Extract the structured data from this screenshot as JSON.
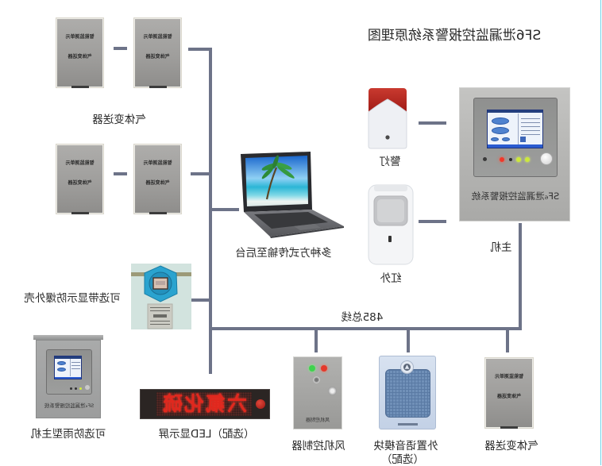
{
  "title": "SF6泄漏监控报警系统原理图",
  "colors": {
    "connector_line": "#6d7388",
    "edge_accent": "#6fd5ea",
    "led_text": "#e0281e",
    "alarm_red": "#b8201d",
    "housing_blue": "#2aa3cf"
  },
  "labels": {
    "transmitters_group": "气体变送器",
    "laptop": "多种方式传输至后台",
    "alarm_light": "警灯",
    "infrared": "红外",
    "host": "主机",
    "explosion_proof": "可选带显示防爆外壳",
    "bus": "485总线",
    "rainproof_host": "可选防雨型主机",
    "led_display": "（选配）LED显示屏",
    "fan_controller": "风机控制器",
    "voice_module": "外置语音模块",
    "voice_module_note": "（选配）",
    "transmitter_bottom": "气体变送器"
  },
  "devices": {
    "transmitter_panel": {
      "line1": "智能监测单元",
      "line2": "气体变送器"
    },
    "host_panel": {
      "name": "SF₆泄漏监控报警系统"
    },
    "rainproof_host_panel": {
      "name": "SF₆泄漏监控报警系统"
    },
    "led_display": {
      "text": "六氟化硫"
    },
    "fan_controller_panel": {
      "name": "风机控制器"
    }
  },
  "icons": [
    "gas-transmitter-icon",
    "laptop-icon",
    "palm-tree-icon",
    "alarm-light-icon",
    "infrared-sensor-icon",
    "host-controller-icon",
    "explosion-proof-housing-icon",
    "rainproof-host-icon",
    "led-display-icon",
    "fan-controller-icon",
    "speaker-icon"
  ]
}
